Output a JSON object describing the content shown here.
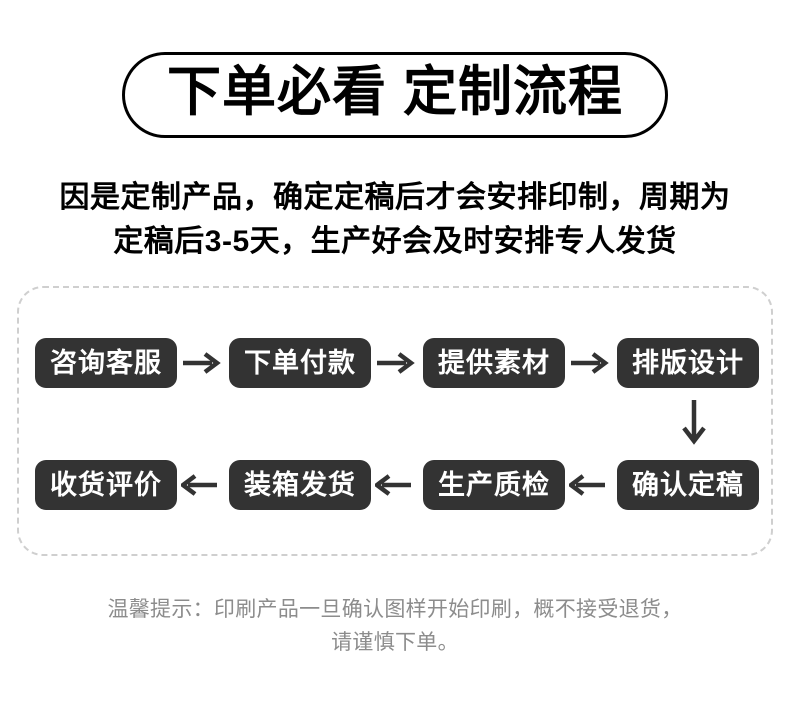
{
  "title": {
    "text": "下单必看 定制流程",
    "border_color": "#000000"
  },
  "intro": {
    "line1": "因是定制产品，确定定稿后才会安排印制，周期为",
    "line2": "定稿后3-5天，生产好会及时安排专人发货"
  },
  "flow": {
    "container_border_color": "#cfcfcf",
    "node_bg": "#333333",
    "node_text_color": "#ffffff",
    "arrow_color": "#333333",
    "row1": [
      {
        "label": "咨询客服"
      },
      {
        "label": "下单付款"
      },
      {
        "label": "提供素材"
      },
      {
        "label": "排版设计"
      }
    ],
    "row1_arrows": [
      "→",
      "→",
      "→"
    ],
    "connector_down": "↓",
    "row2": [
      {
        "label": "收货评价"
      },
      {
        "label": "装箱发货"
      },
      {
        "label": "生产质检"
      },
      {
        "label": "确认定稿"
      }
    ],
    "row2_arrows": [
      "←",
      "←",
      "←"
    ]
  },
  "footer": {
    "line1": "温馨提示：印刷产品一旦确认图样开始印刷，概不接受退货，",
    "line2": "请谨慎下单。",
    "color": "#8c8c8c"
  }
}
